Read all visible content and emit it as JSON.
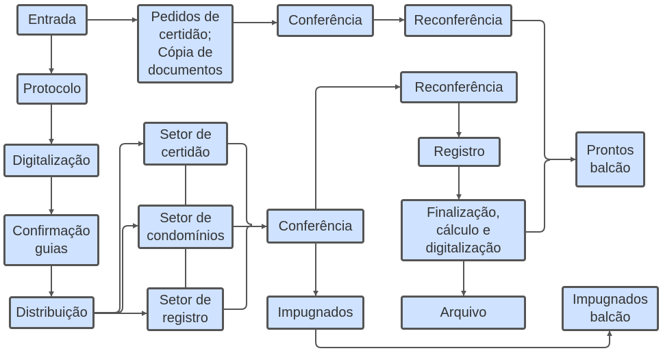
{
  "colors": {
    "node_fill": "#cfe2ff",
    "node_border": "#555555",
    "edge": "#555555",
    "text": "#333333"
  },
  "nodes": [
    {
      "id": "entrada",
      "label": "Entrada"
    },
    {
      "id": "pedidos",
      "label": "Pedidos de\ncertidão;\nCópia de\ndocumentos"
    },
    {
      "id": "conf1",
      "label": "Conferência"
    },
    {
      "id": "reconf1",
      "label": "Reconferência"
    },
    {
      "id": "protocolo",
      "label": "Protocolo"
    },
    {
      "id": "digitalizacao",
      "label": "Digitalização"
    },
    {
      "id": "confguias",
      "label": "Confirmação\nguias"
    },
    {
      "id": "distribuicao",
      "label": "Distribuição"
    },
    {
      "id": "setcert",
      "label": "Setor de\ncertidão"
    },
    {
      "id": "setcond",
      "label": "Setor de\ncondomínios"
    },
    {
      "id": "setreg",
      "label": "Setor de\nregistro"
    },
    {
      "id": "conf2",
      "label": "Conferência"
    },
    {
      "id": "impugnados",
      "label": "Impugnados"
    },
    {
      "id": "reconf2",
      "label": "Reconferência"
    },
    {
      "id": "registro",
      "label": "Registro"
    },
    {
      "id": "finalizacao",
      "label": "Finalização,\ncálculo e\ndigitalização"
    },
    {
      "id": "arquivo",
      "label": "Arquivo"
    },
    {
      "id": "prontos",
      "label": "Prontos\nbalcão"
    },
    {
      "id": "impbalcao",
      "label": "Impugnados\nbalcão"
    }
  ],
  "edges": [
    {
      "from": "entrada",
      "to": "pedidos"
    },
    {
      "from": "pedidos",
      "to": "conf1"
    },
    {
      "from": "conf1",
      "to": "reconf1"
    },
    {
      "from": "reconf1",
      "to": "prontos"
    },
    {
      "from": "entrada",
      "to": "protocolo"
    },
    {
      "from": "protocolo",
      "to": "digitalizacao"
    },
    {
      "from": "digitalizacao",
      "to": "confguias"
    },
    {
      "from": "confguias",
      "to": "distribuicao"
    },
    {
      "from": "distribuicao",
      "to": "setcert"
    },
    {
      "from": "distribuicao",
      "to": "setcond"
    },
    {
      "from": "distribuicao",
      "to": "setreg"
    },
    {
      "from": "setcert",
      "to": "conf2"
    },
    {
      "from": "setcond",
      "to": "conf2"
    },
    {
      "from": "setreg",
      "to": "conf2"
    },
    {
      "from": "conf2",
      "to": "reconf2"
    },
    {
      "from": "conf2",
      "to": "impugnados"
    },
    {
      "from": "reconf2",
      "to": "registro"
    },
    {
      "from": "registro",
      "to": "finalizacao"
    },
    {
      "from": "finalizacao",
      "to": "arquivo"
    },
    {
      "from": "finalizacao",
      "to": "prontos"
    },
    {
      "from": "impugnados",
      "to": "impbalcao"
    }
  ]
}
